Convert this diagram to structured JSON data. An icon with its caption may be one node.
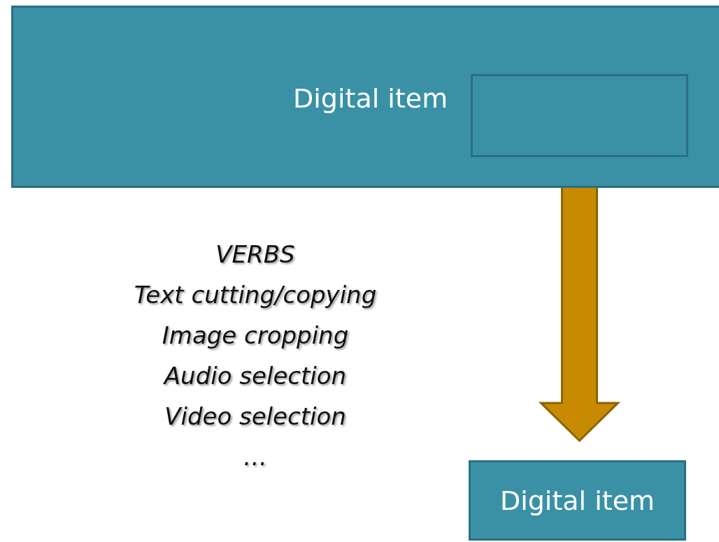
{
  "diagram": {
    "nodes": [
      {
        "text": [
          "Digital item"
        ]
      },
      {
        "text": [],
        "shape": "box",
        "in": 0
      },
      {
        "text": [
          "Digital item"
        ]
      }
    ],
    "edges": [
      {
        "from": 1,
        "to": 2,
        "arrow": "to",
        "style": "thick",
        "color": "#c88a00"
      }
    ],
    "labels": [
      "VERBS",
      "Text cutting/copying",
      "Image cropping",
      "Audio selection",
      "Video selection",
      "…"
    ]
  }
}
